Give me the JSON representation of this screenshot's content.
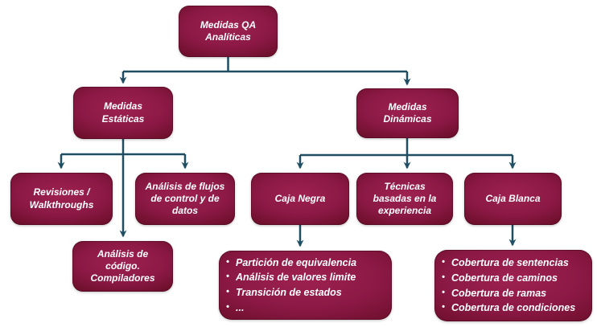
{
  "colors": {
    "node_center": "#9E2150",
    "node_mid": "#8C1945",
    "node_edge": "#5C0B29",
    "connector": "#1F4E63",
    "text": "#FFFFFF",
    "background": "#FFFFFF"
  },
  "nodes": {
    "root": {
      "label": "Medidas QA\nAnalíticas"
    },
    "estaticas": {
      "label": "Medidas\nEstáticas"
    },
    "dinamicas": {
      "label": "Medidas\nDinámicas"
    },
    "revisiones": {
      "label": "Revisiones /\nWalkthroughs"
    },
    "flujos": {
      "label": "Análisis de flujos\nde control y de\ndatos"
    },
    "codigo": {
      "label": "Análisis de\ncódigo.\nCompiladores"
    },
    "caja_negra": {
      "label": "Caja Negra"
    },
    "tecnicas": {
      "label": "Técnicas\nbasadas en la\nexperiencia"
    },
    "caja_blanca": {
      "label": "Caja Blanca"
    },
    "caja_negra_detalle": {
      "items": [
        "Partición de equivalencia",
        "Análisis de valores limite",
        "Transición de estados",
        "..."
      ]
    },
    "caja_blanca_detalle": {
      "items": [
        "Cobertura de sentencias",
        "Cobertura de caminos",
        "Cobertura de ramas",
        "Cobertura de condiciones"
      ]
    }
  }
}
